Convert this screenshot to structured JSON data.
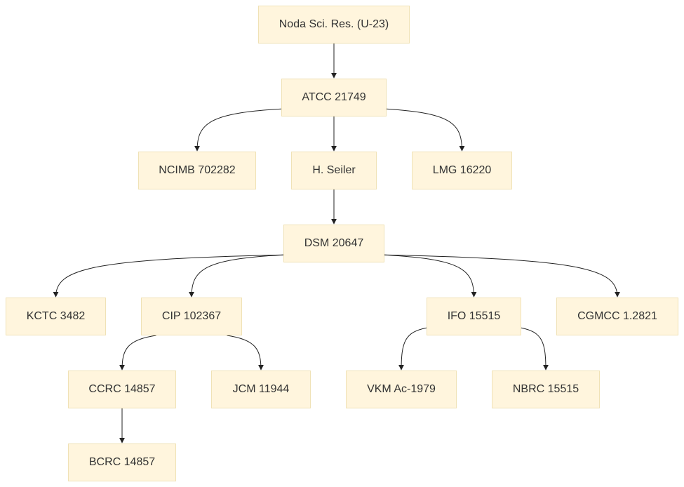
{
  "nodes": {
    "noda": "Noda Sci. Res. (U-23)",
    "atcc": "ATCC 21749",
    "ncimb": "NCIMB 702282",
    "seiler": "H. Seiler",
    "lmg": "LMG 16220",
    "dsm": "DSM 20647",
    "kctc": "KCTC 3482",
    "cip": "CIP 102367",
    "ifo": "IFO 15515",
    "cgmcc": "CGMCC 1.2821",
    "ccrc": "CCRC 14857",
    "jcm": "JCM 11944",
    "vkm": "VKM Ac-1979",
    "nbrc": "NBRC 15515",
    "bcrc": "BCRC 14857"
  },
  "edges": [
    [
      "noda",
      "atcc"
    ],
    [
      "atcc",
      "ncimb"
    ],
    [
      "atcc",
      "seiler"
    ],
    [
      "atcc",
      "lmg"
    ],
    [
      "seiler",
      "dsm"
    ],
    [
      "dsm",
      "kctc"
    ],
    [
      "dsm",
      "cip"
    ],
    [
      "dsm",
      "ifo"
    ],
    [
      "dsm",
      "cgmcc"
    ],
    [
      "cip",
      "ccrc"
    ],
    [
      "cip",
      "jcm"
    ],
    [
      "ifo",
      "vkm"
    ],
    [
      "ifo",
      "nbrc"
    ],
    [
      "ccrc",
      "bcrc"
    ]
  ]
}
